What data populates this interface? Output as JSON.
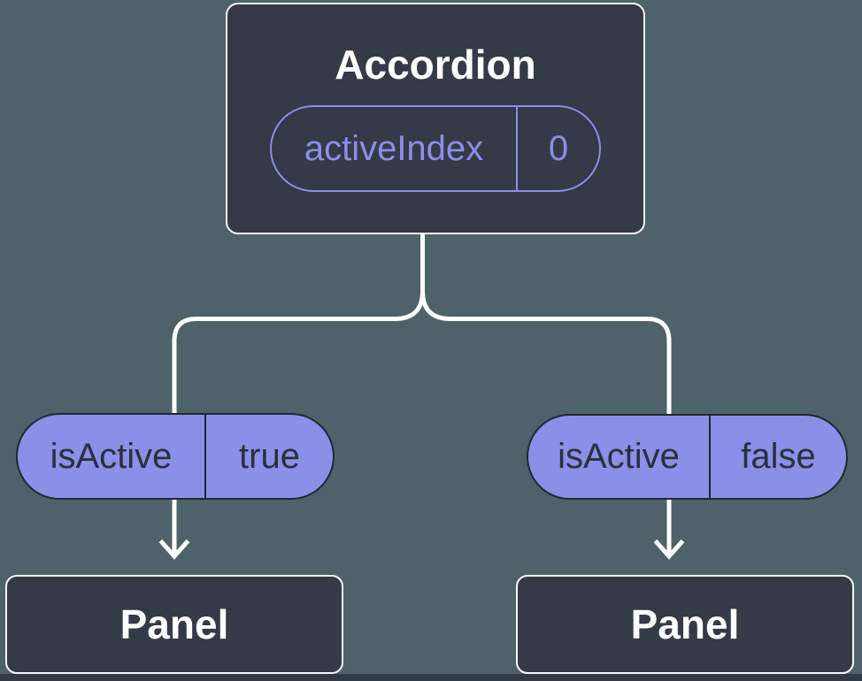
{
  "diagram_type": "react-component-tree",
  "colors": {
    "background": "#4E6269",
    "node_fill": "#343A46",
    "node_border": "#F5F7F9",
    "accent_purple": "#8A8FE8",
    "pill_dark_text": "#2B303B",
    "connector_line": "#FFFFFF"
  },
  "root_node": {
    "title": "Accordion",
    "state_pill": {
      "name": "activeIndex",
      "value": "0"
    }
  },
  "children": [
    {
      "prop_pill": {
        "name": "isActive",
        "value": "true"
      },
      "node": {
        "title": "Panel"
      }
    },
    {
      "prop_pill": {
        "name": "isActive",
        "value": "false"
      },
      "node": {
        "title": "Panel"
      }
    }
  ]
}
